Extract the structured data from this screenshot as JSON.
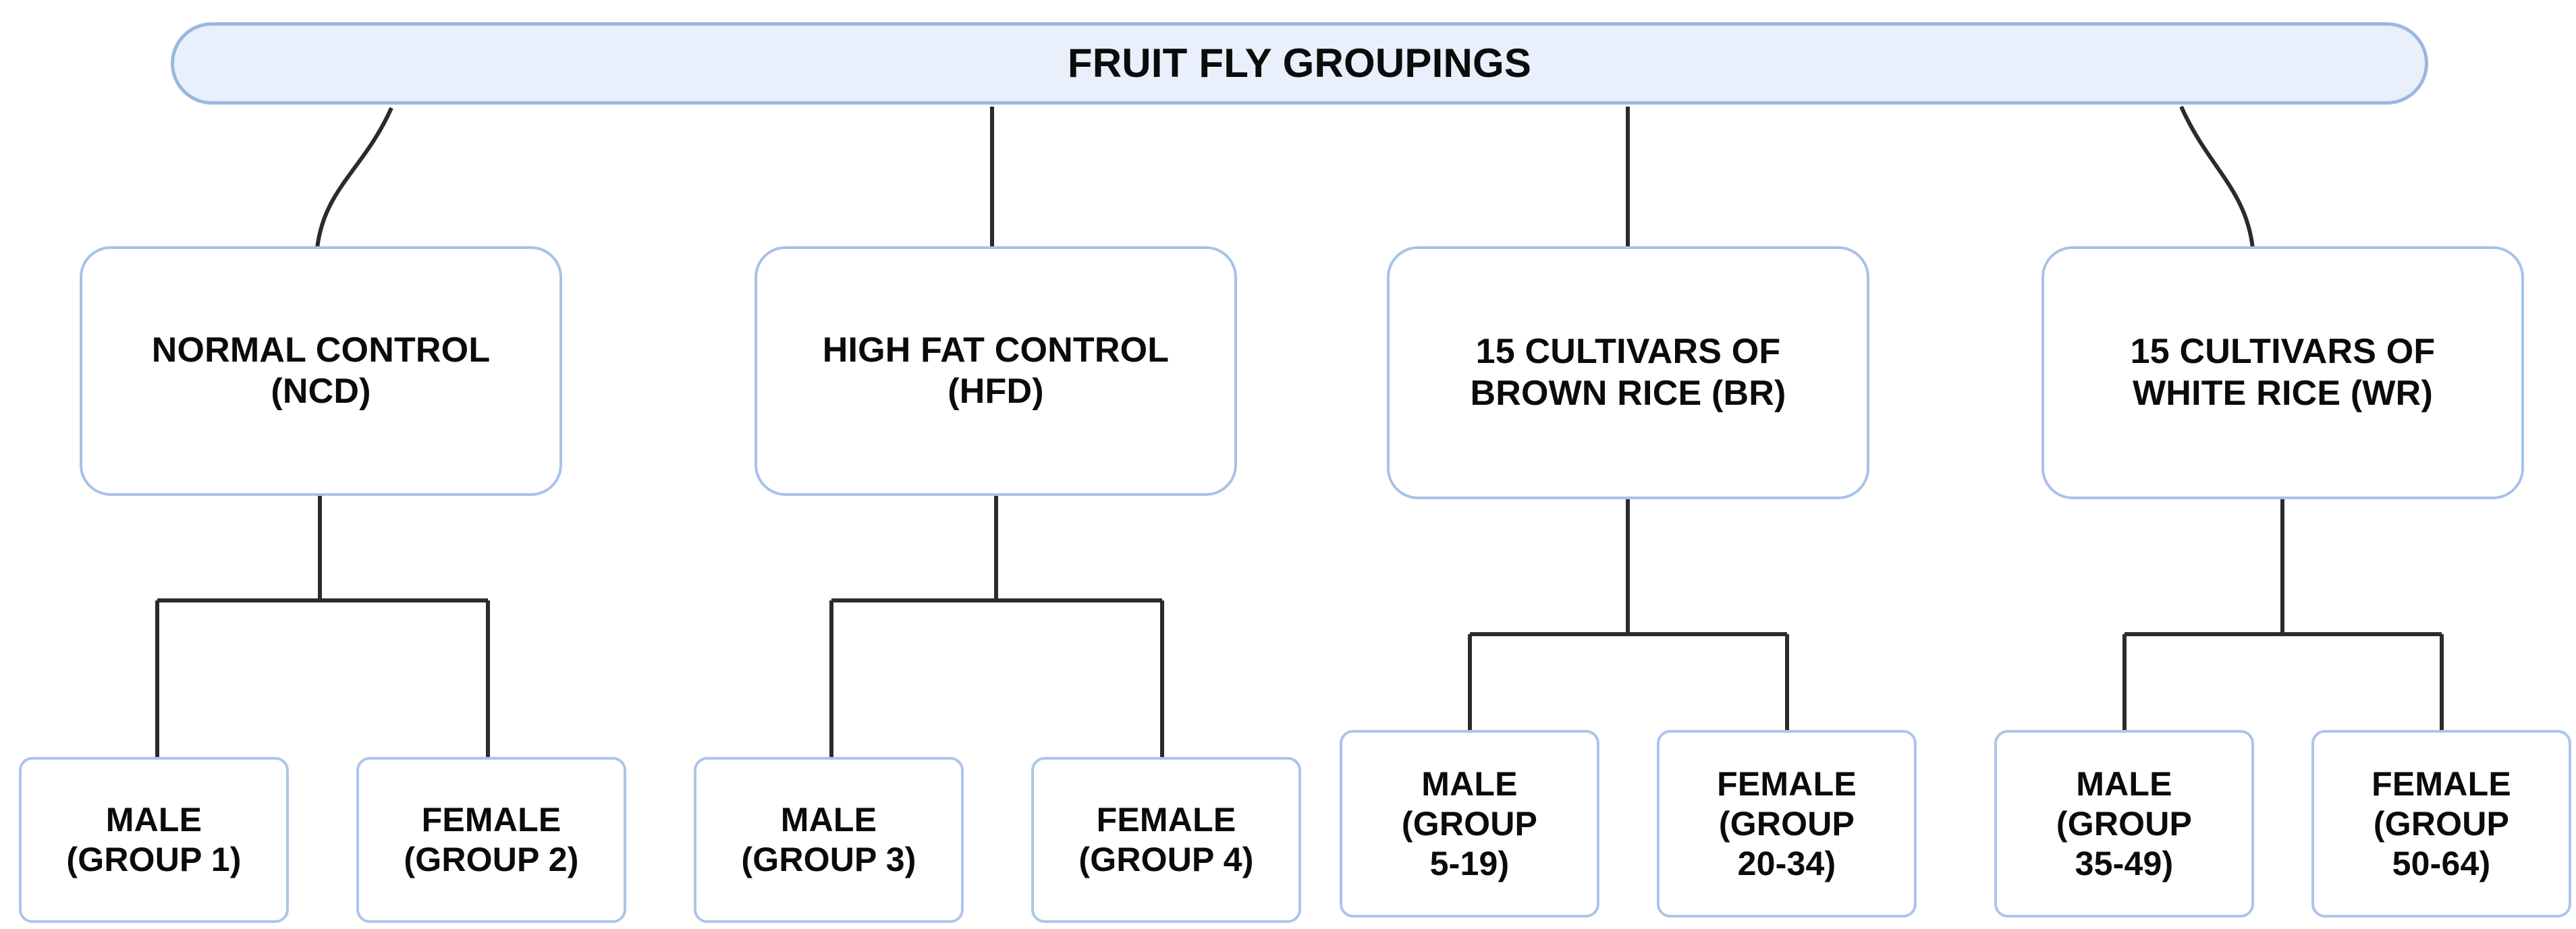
{
  "diagram": {
    "title": "FRUIT FLY GROUPINGS",
    "type": "organizational-tree",
    "colors": {
      "root_fill": "#e9f0fb",
      "root_border": "#9ab7e0",
      "node_fill": "#ffffff",
      "node_border": "#a7c2e8",
      "connector": "#2b2b2b",
      "text": "#0b0b0b",
      "background": "#ffffff"
    },
    "root": {
      "label": "FRUIT FLY GROUPINGS"
    },
    "groups": [
      {
        "id": "ncd",
        "line1": "NORMAL CONTROL",
        "line2": "(NCD)",
        "label": "NORMAL CONTROL\n(NCD)",
        "children": [
          {
            "id": "group-1",
            "line1": "MALE",
            "line2": "(GROUP 1)",
            "label": "MALE\n(GROUP 1)"
          },
          {
            "id": "group-2",
            "line1": "FEMALE",
            "line2": "(GROUP 2)",
            "label": "FEMALE\n(GROUP 2)"
          }
        ]
      },
      {
        "id": "hfd",
        "line1": "HIGH FAT CONTROL",
        "line2": "(HFD)",
        "label": "HIGH FAT CONTROL\n(HFD)",
        "children": [
          {
            "id": "group-3",
            "line1": "MALE",
            "line2": "(GROUP 3)",
            "label": "MALE\n(GROUP 3)"
          },
          {
            "id": "group-4",
            "line1": "FEMALE",
            "line2": "(GROUP 4)",
            "label": "FEMALE\n(GROUP 4)"
          }
        ]
      },
      {
        "id": "br",
        "line1": "15 CULTIVARS OF",
        "line2": "BROWN RICE (BR)",
        "label": "15 CULTIVARS OF\nBROWN RICE (BR)",
        "children": [
          {
            "id": "group-5-19",
            "line1": "MALE",
            "line2": "(GROUP",
            "line3": "5-19)",
            "label": "MALE\n(GROUP\n5-19)"
          },
          {
            "id": "group-20-34",
            "line1": "FEMALE",
            "line2": "(GROUP",
            "line3": "20-34)",
            "label": "FEMALE\n(GROUP\n20-34)"
          }
        ]
      },
      {
        "id": "wr",
        "line1": "15 CULTIVARS OF",
        "line2": "WHITE RICE (WR)",
        "label": "15 CULTIVARS OF\nWHITE RICE (WR)",
        "children": [
          {
            "id": "group-35-49",
            "line1": "MALE",
            "line2": "(GROUP",
            "line3": "35-49)",
            "label": "MALE\n(GROUP\n35-49)"
          },
          {
            "id": "group-50-64",
            "line1": "FEMALE",
            "line2": "(GROUP",
            "line3": "50-64)",
            "label": "FEMALE\n(GROUP\n50-64)"
          }
        ]
      }
    ]
  }
}
